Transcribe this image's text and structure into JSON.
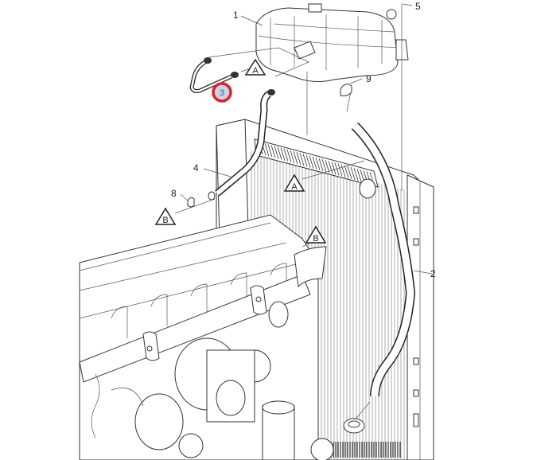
{
  "diagram": {
    "callouts": {
      "c1": "1",
      "c2": "2",
      "c3": "3",
      "c4": "4",
      "c5": "5",
      "c8": "8",
      "c9": "9"
    },
    "markers": {
      "a_top": "A",
      "a_radiator": "A",
      "b_left": "B",
      "b_engine": "B"
    },
    "highlight": {
      "part": "3",
      "ring_color": "#e0202a",
      "fill_color": "#c8d4ea"
    }
  }
}
